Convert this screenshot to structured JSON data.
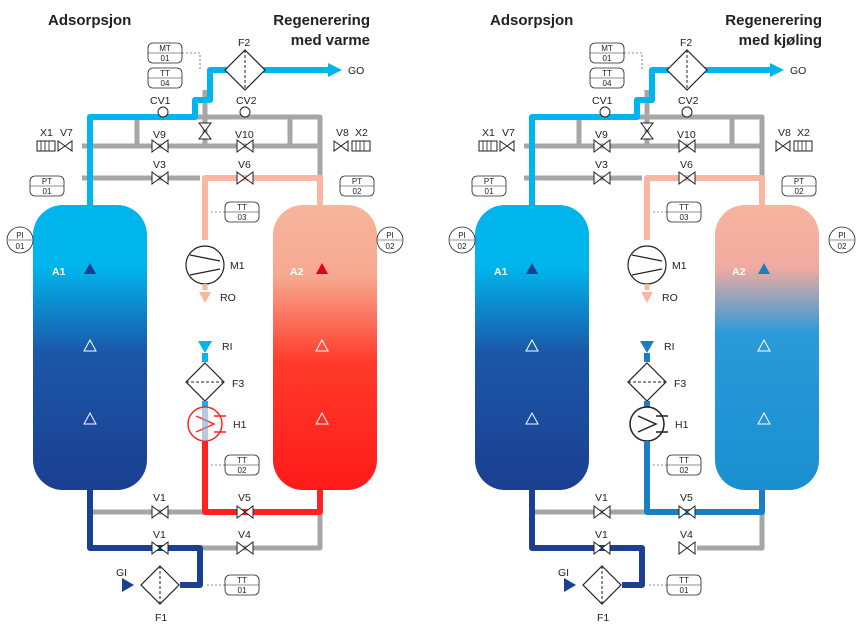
{
  "panels": [
    {
      "id": "heating",
      "title_left": "Adsorpsjon",
      "title_right_line1": "Regenerering",
      "title_right_line2": "med varme",
      "tower_a_label": "A1",
      "tower_b_label": "A2",
      "heater_active": true,
      "colors": {
        "cold_cyan": "#00b4ec",
        "dark_blue": "#1b3f91",
        "hot_red": "#ff2222",
        "warm_salmon": "#f9b6a0",
        "grey_pipe": "#a6a6a6",
        "tower_b_top": "#f7b59d",
        "tower_b_bottom": "#ff1a1a"
      }
    },
    {
      "id": "cooling",
      "title_left": "Adsorpsjon",
      "title_right_line1": "Regenerering",
      "title_right_line2": "med kjøling",
      "tower_a_label": "A1",
      "tower_b_label": "A2",
      "heater_active": false,
      "colors": {
        "cold_cyan": "#00b4ec",
        "dark_blue": "#1b3f91",
        "mid_blue": "#1a7fc2",
        "warm_salmon": "#f9b6a0",
        "grey_pipe": "#a6a6a6",
        "tower_b_top": "#f7b59d",
        "tower_b_bottom": "#1a8fd0"
      }
    }
  ],
  "labels": {
    "filter_out": "F2",
    "filter_reg": "F3",
    "filter_in": "F1",
    "heater": "H1",
    "blower": "M1",
    "cv1": "CV1",
    "cv2": "CV2",
    "v1": "V1",
    "v3": "V3",
    "v4": "V4",
    "v5": "V5",
    "v6": "V6",
    "v7": "V7",
    "v8": "V8",
    "v9": "V9",
    "v10": "V10",
    "x1": "X1",
    "x2": "X2",
    "gas_out": "GO",
    "gas_in": "GI",
    "reg_in": "RI",
    "reg_out": "RO"
  },
  "instrument_tags": {
    "mt_top": "MT",
    "mt_bottom": "01",
    "tt04_top": "TT",
    "tt04_bottom": "04",
    "pt01_top": "PT",
    "pt01_bottom": "01",
    "pt02_top": "PT",
    "pt02_bottom": "02",
    "tt03_top": "TT",
    "tt03_bottom": "03",
    "tt02_top": "TT",
    "tt02_bottom": "02",
    "tt01_top": "TT",
    "tt01_bottom": "01",
    "pi_top": "PI",
    "pi01_bottom": "01",
    "pi02_bottom": "02"
  }
}
